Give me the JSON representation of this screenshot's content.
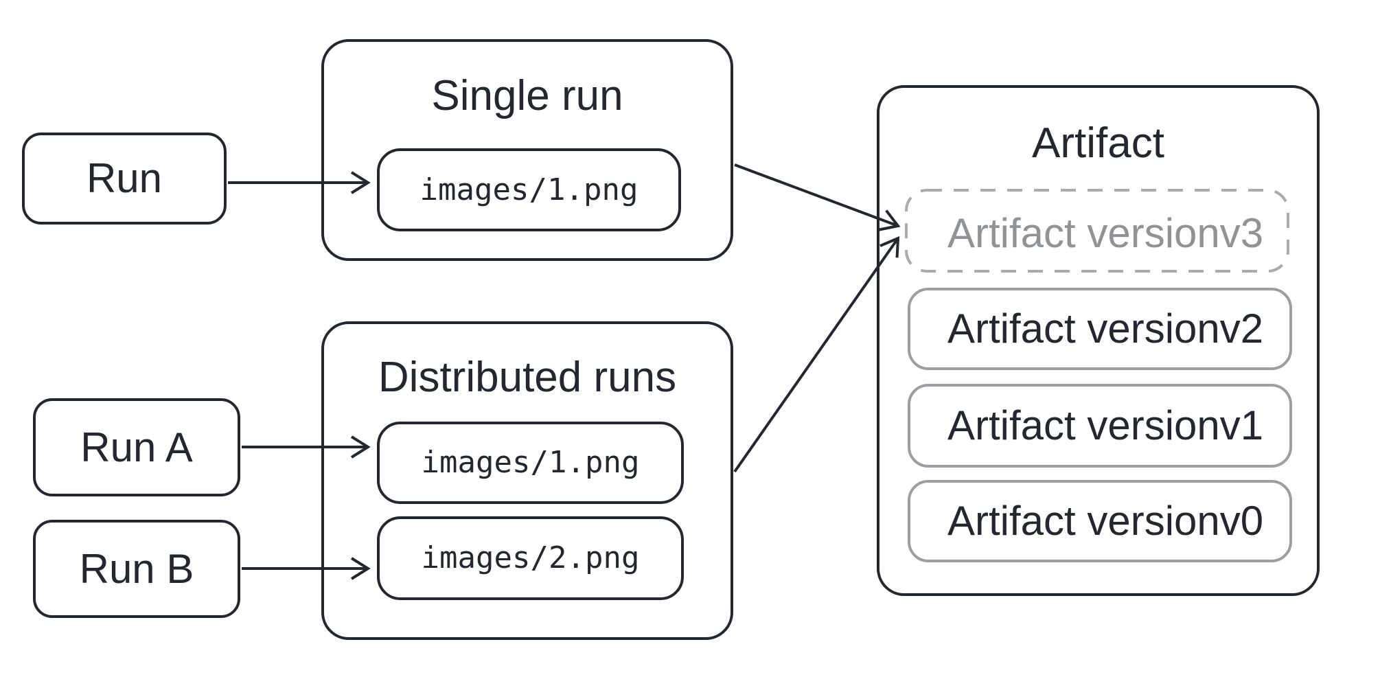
{
  "nodes": {
    "run": {
      "label": "Run"
    },
    "run_a": {
      "label": "Run A"
    },
    "run_b": {
      "label": "Run B"
    }
  },
  "single_run": {
    "title": "Single run",
    "file": "images/1.png"
  },
  "distributed_runs": {
    "title": "Distributed runs",
    "files": [
      "images/1.png",
      "images/2.png"
    ]
  },
  "artifact": {
    "title": "Artifact",
    "versions": [
      {
        "label": "Artifact version",
        "version": "v3",
        "state": "pending"
      },
      {
        "label": "Artifact version",
        "version": "v2",
        "state": "committed"
      },
      {
        "label": "Artifact version",
        "version": "v1",
        "state": "committed"
      },
      {
        "label": "Artifact version",
        "version": "v0",
        "state": "committed"
      }
    ]
  },
  "colors": {
    "ink": "#23272f",
    "gray_border": "#9b9ea3",
    "dashed_border": "#a9abae",
    "gray_text": "#8f9296",
    "background": "#ffffff"
  }
}
